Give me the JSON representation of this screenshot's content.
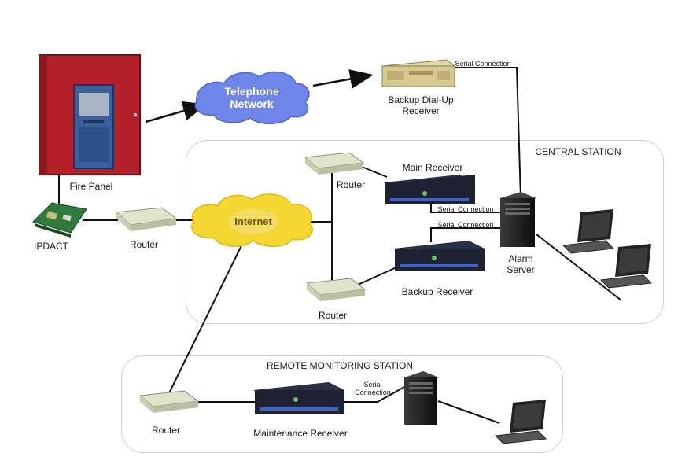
{
  "regions": {
    "central_station": "CENTRAL STATION",
    "remote_monitoring_station": "REMOTE MONITORING STATION"
  },
  "devices": {
    "fire_panel": "Fire Panel",
    "ipdact": "IPDACT",
    "router_main": "Router",
    "router_central_top": "Router",
    "router_central_bottom": "Router",
    "router_remote": "Router",
    "telephone_network_line1": "Telephone",
    "telephone_network_line2": "Network",
    "internet": "Internet",
    "backup_dialup_receiver_line1": "Backup Dial-Up",
    "backup_dialup_receiver_line2": "Receiver",
    "main_receiver": "Main Receiver",
    "backup_receiver": "Backup Receiver",
    "alarm_server_line1": "Alarm",
    "alarm_server_line2": "Server",
    "maintenance_receiver": "Maintenance Receiver"
  },
  "connections": {
    "serial_top": "Serial Connection",
    "serial_main": "Serial Connection",
    "serial_backup": "Serial Connection",
    "serial_remote_line1": "Serial",
    "serial_remote_line2": "Connection"
  },
  "colors": {
    "fire_panel_red": "#b3202a",
    "panel_blue": "#2d4f8a",
    "cloud_blue": "#6f86e8",
    "cloud_yellow": "#f5d733",
    "router_beige": "#d9dfc4",
    "receiver_dark": "#1e2233",
    "region_border": "#d0d0d0"
  }
}
